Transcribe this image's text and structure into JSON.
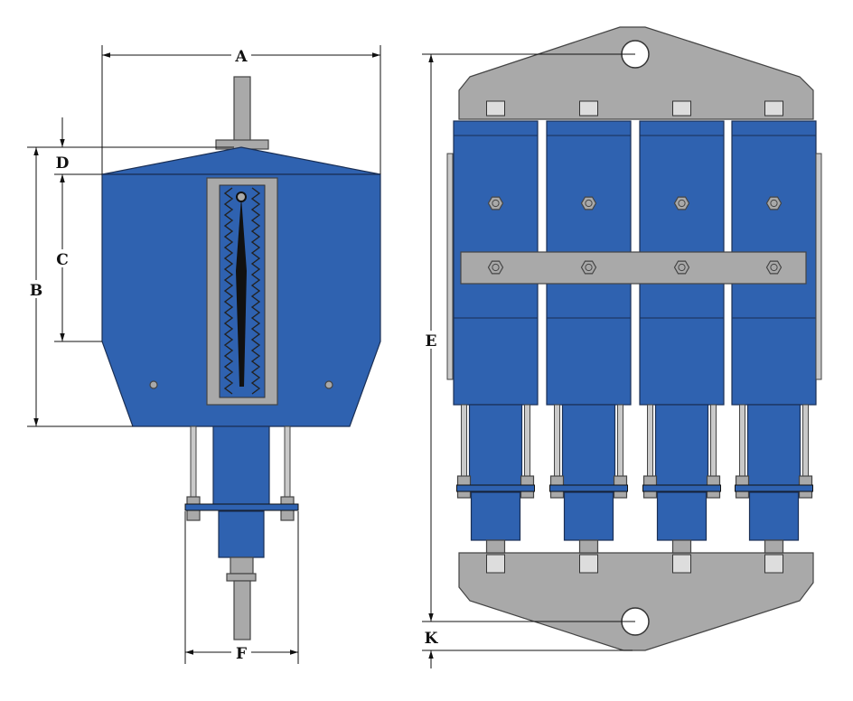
{
  "diagram": {
    "colors": {
      "body": "#2f62b0",
      "steel": "#a9a9a9"
    },
    "dimensions": {
      "A": "A",
      "B": "B",
      "C": "C",
      "D": "D",
      "E": "E",
      "F": "F",
      "K": "K"
    },
    "right_view_module_count": 4
  }
}
